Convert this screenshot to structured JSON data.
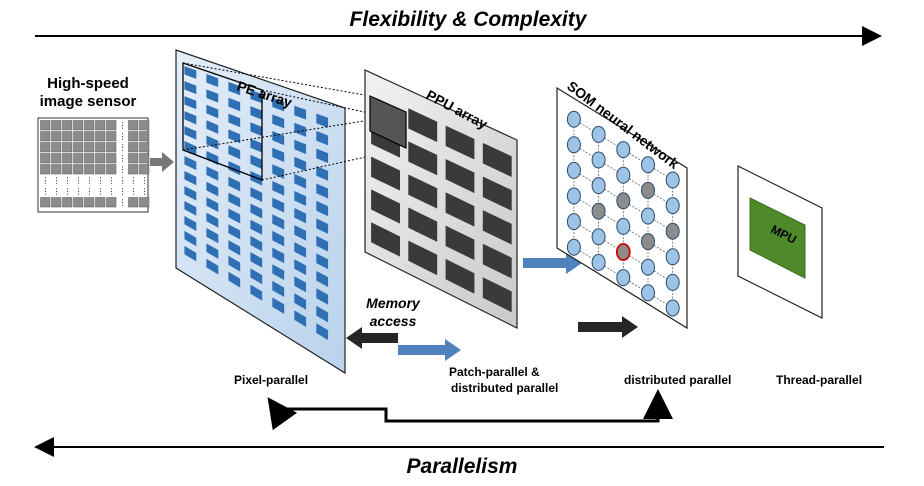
{
  "top_axis": {
    "label": "Flexibility & Complexity"
  },
  "bottom_axis": {
    "label": "Parallelism"
  },
  "sensor": {
    "title_line1": "High-speed",
    "title_line2": "image sensor"
  },
  "panels": {
    "pe": {
      "title": "PE array"
    },
    "ppu": {
      "title": "PPU array"
    },
    "som": {
      "title": "SOM neural network"
    },
    "mpu": {
      "title": "MPU"
    }
  },
  "memory": {
    "line1": "Memory",
    "line2": "access"
  },
  "modes": {
    "pixel": "Pixel-parallel",
    "patch_line1": "Patch-parallel &",
    "patch_line2": "distributed parallel",
    "distributed": "distributed parallel",
    "thread": "Thread-parallel"
  },
  "colors": {
    "pe_panel": "#cfe0f2",
    "pe_cell": "#2f6fb4",
    "ppu_cell": "#3a3a3a",
    "som_node": "#9dc3e6",
    "mpu_chip": "#4e8a2a",
    "flow_arrow": "#4f81bd"
  }
}
